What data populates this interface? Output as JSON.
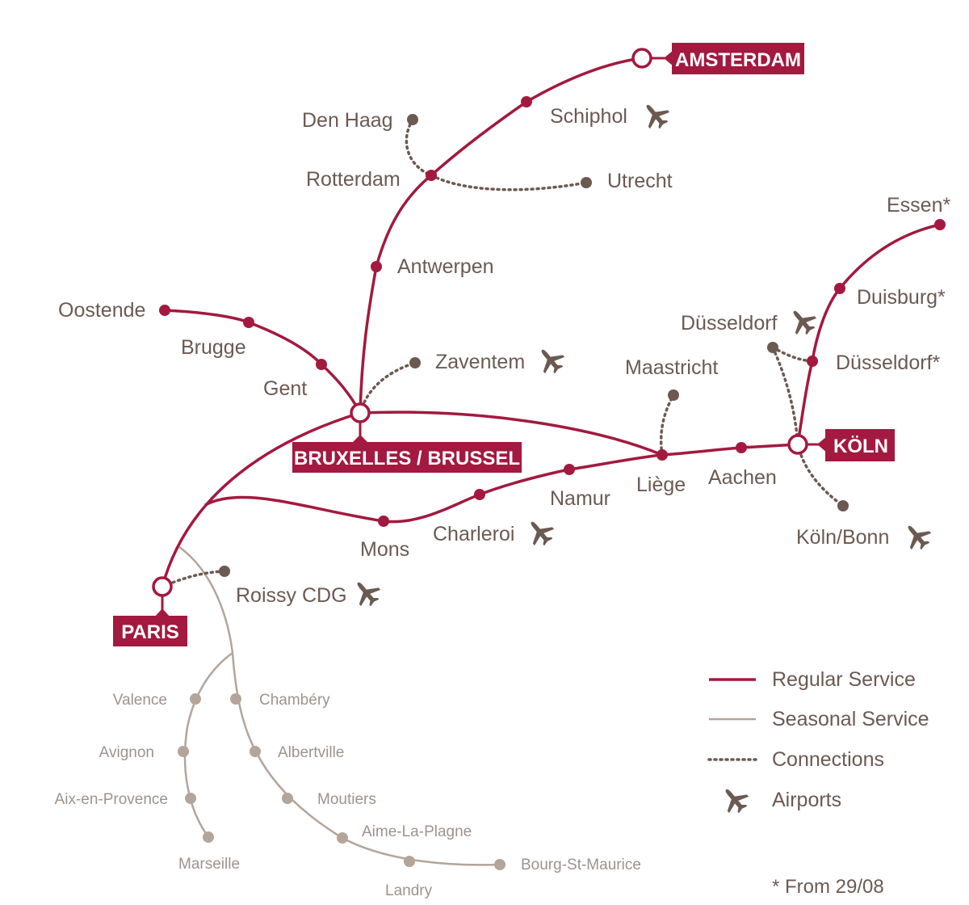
{
  "colors": {
    "regular": "#a3193f",
    "seasonal": "#b3a59a",
    "connection": "#6b5a52",
    "text": "#6b5a52",
    "seasonal_text": "#9e938c"
  },
  "hubs": {
    "amsterdam": "AMSTERDAM",
    "bruxelles": "BRUXELLES / BRUSSEL",
    "koln": "KÖLN",
    "paris": "PARIS"
  },
  "stations": {
    "schiphol": "Schiphol",
    "den_haag": "Den Haag",
    "rotterdam": "Rotterdam",
    "utrecht": "Utrecht",
    "antwerpen": "Antwerpen",
    "oostende": "Oostende",
    "brugge": "Brugge",
    "gent": "Gent",
    "zaventem": "Zaventem",
    "maastricht": "Maastricht",
    "liege": "Liège",
    "aachen": "Aachen",
    "namur": "Namur",
    "charleroi": "Charleroi",
    "mons": "Mons",
    "roissy": "Roissy CDG",
    "essen": "Essen*",
    "duisburg": "Duisburg*",
    "dusseldorf_airport": "Düsseldorf",
    "dusseldorf": "Düsseldorf*",
    "koln_bonn": "Köln/Bonn"
  },
  "seasonal_stations": {
    "valence": "Valence",
    "avignon": "Avignon",
    "aix": "Aix-en-Provence",
    "marseille": "Marseille",
    "chambery": "Chambéry",
    "albertville": "Albertville",
    "moutiers": "Moutiers",
    "aime": "Aime-La-Plagne",
    "landry": "Landry",
    "bourg": "Bourg-St-Maurice"
  },
  "legend": {
    "regular": "Regular Service",
    "seasonal": "Seasonal Service",
    "connections": "Connections",
    "airports": "Airports"
  },
  "footnote": "* From 29/08",
  "icons": [
    "airplane-icon"
  ]
}
